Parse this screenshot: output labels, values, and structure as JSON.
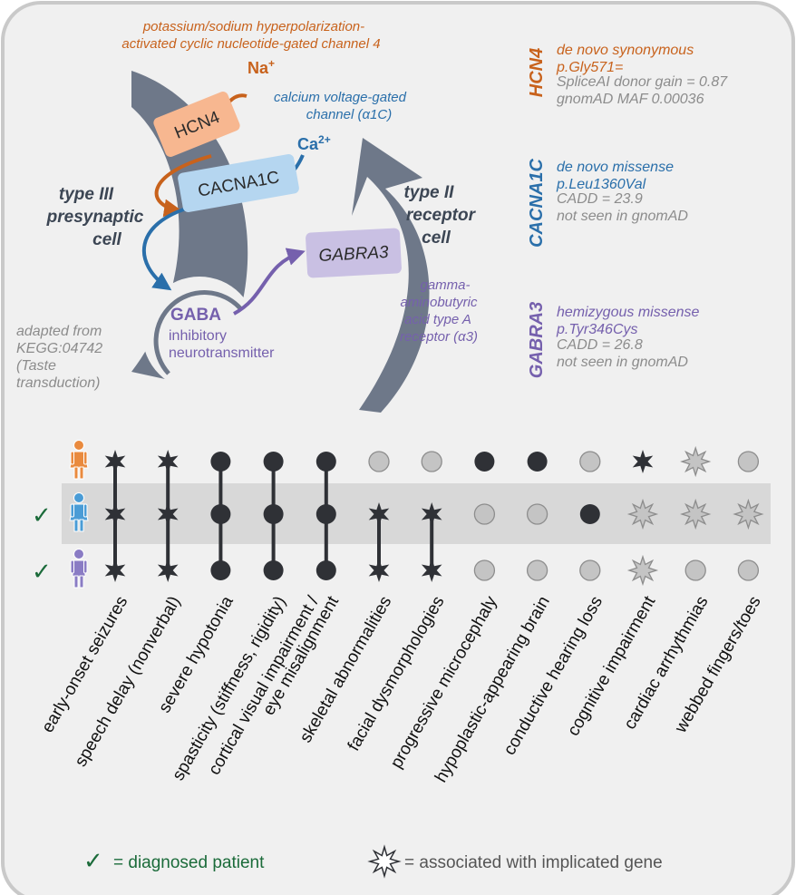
{
  "colors": {
    "panel_bg": "#f0f0f0",
    "border": "#c9c9c9",
    "cell_shape": "#6e7889",
    "hcn4": "#c8621c",
    "hcn4_fill": "#f7b790",
    "cacna1c": "#2a6faa",
    "cacna1c_fill": "#b5d6f0",
    "gabra3": "#7560ad",
    "gabra3_fill": "#c9c0e3",
    "diagnosed": "#1b6b3a",
    "band": "#d8d8d8",
    "marker_dark": "#2f3136",
    "marker_light": "#c4c4c4"
  },
  "pathway": {
    "hcn4_fullname_line1": "potassium/sodium hyperpolarization-",
    "hcn4_fullname_line2": "activated cyclic nucleotide-gated channel 4",
    "na_ion": "Na",
    "na_charge": "+",
    "hcn4_label": "HCN4",
    "cacna1c_fullname_line1": "calcium voltage-gated",
    "cacna1c_fullname_line2": "channel (α1C)",
    "ca_ion": "Ca",
    "ca_charge": "2+",
    "cacna1c_label": "CACNA1C",
    "type3_line1": "type III",
    "type3_line2": "presynaptic",
    "type3_line3": "cell",
    "type2_line1": "type II",
    "type2_line2": "receptor",
    "type2_line3": "cell",
    "gabra3_label": "GABRA3",
    "gabra3_fullname_line1": "gamma-",
    "gabra3_fullname_line2": "aminobutyric",
    "gabra3_fullname_line3": "acid type A",
    "gabra3_fullname_line4": "receptor (α3)",
    "gaba_label": "GABA",
    "gaba_desc_line1": "inhibitory",
    "gaba_desc_line2": "neurotransmitter",
    "source_line1": "adapted from",
    "source_line2": "KEGG:04742",
    "source_line3": "(Taste",
    "source_line4": "transduction)"
  },
  "variants": [
    {
      "gene": "HCN4",
      "line1": "de novo synonymous",
      "line2": "p.Gly571=",
      "line3": "SpliceAI donor gain = 0.87",
      "line4": "gnomAD MAF 0.00036"
    },
    {
      "gene": "CACNA1C",
      "line1": "de novo missense",
      "line2": "p.Leu1360Val",
      "line3": "CADD = 23.9",
      "line4": "not seen in gnomAD"
    },
    {
      "gene": "GABRA3",
      "line1": "hemizygous missense",
      "line2": "p.Tyr346Cys",
      "line3": "CADD = 26.8",
      "line4": "not seen in gnomAD"
    }
  ],
  "chart_data": {
    "type": "table",
    "individuals": [
      {
        "id": "mother",
        "sex": "female",
        "diagnosed": false,
        "color": "#e98a3e"
      },
      {
        "id": "sister",
        "sex": "female",
        "diagnosed": true,
        "color": "#4a9cd6"
      },
      {
        "id": "brother",
        "sex": "male",
        "diagnosed": true,
        "color": "#8a7cc4"
      }
    ],
    "phenotypes": [
      "early-onset seizures",
      "speech delay (nonverbal)",
      "severe hypotonia",
      "spasticity (stiffness, rigidity)",
      "cortical visual impairment /|eye misalignment",
      "skeletal abnormalities",
      "facial dysmorphologies",
      "progressive microcephaly",
      "hypoplastic-appearing brain",
      "conductive hearing loss",
      "cognitive impairment",
      "cardiac arrhythmias",
      "webbed fingers/toes"
    ],
    "status_legend": {
      "absent": "light gray circle",
      "present": "dark filled circle",
      "present_associated": "dark filled star",
      "absent_associated": "light gray star"
    },
    "matrix": [
      [
        "present_associated",
        "present_associated",
        "present",
        "present",
        "present",
        "absent",
        "absent",
        "present",
        "present",
        "absent",
        "present_associated",
        "absent_associated",
        "absent"
      ],
      [
        "present_associated",
        "present_associated",
        "present",
        "present",
        "present",
        "present_associated",
        "present_associated",
        "absent",
        "absent",
        "present",
        "absent_associated",
        "absent_associated",
        "absent_associated"
      ],
      [
        "present_associated",
        "present_associated",
        "present",
        "present",
        "present",
        "present_associated",
        "present_associated",
        "absent",
        "absent",
        "absent",
        "absent_associated",
        "absent",
        "absent"
      ]
    ]
  },
  "legend": {
    "check_symbol": "✓",
    "diagnosed_text": "= diagnosed patient",
    "associated_text": "= associated with implicated gene"
  }
}
